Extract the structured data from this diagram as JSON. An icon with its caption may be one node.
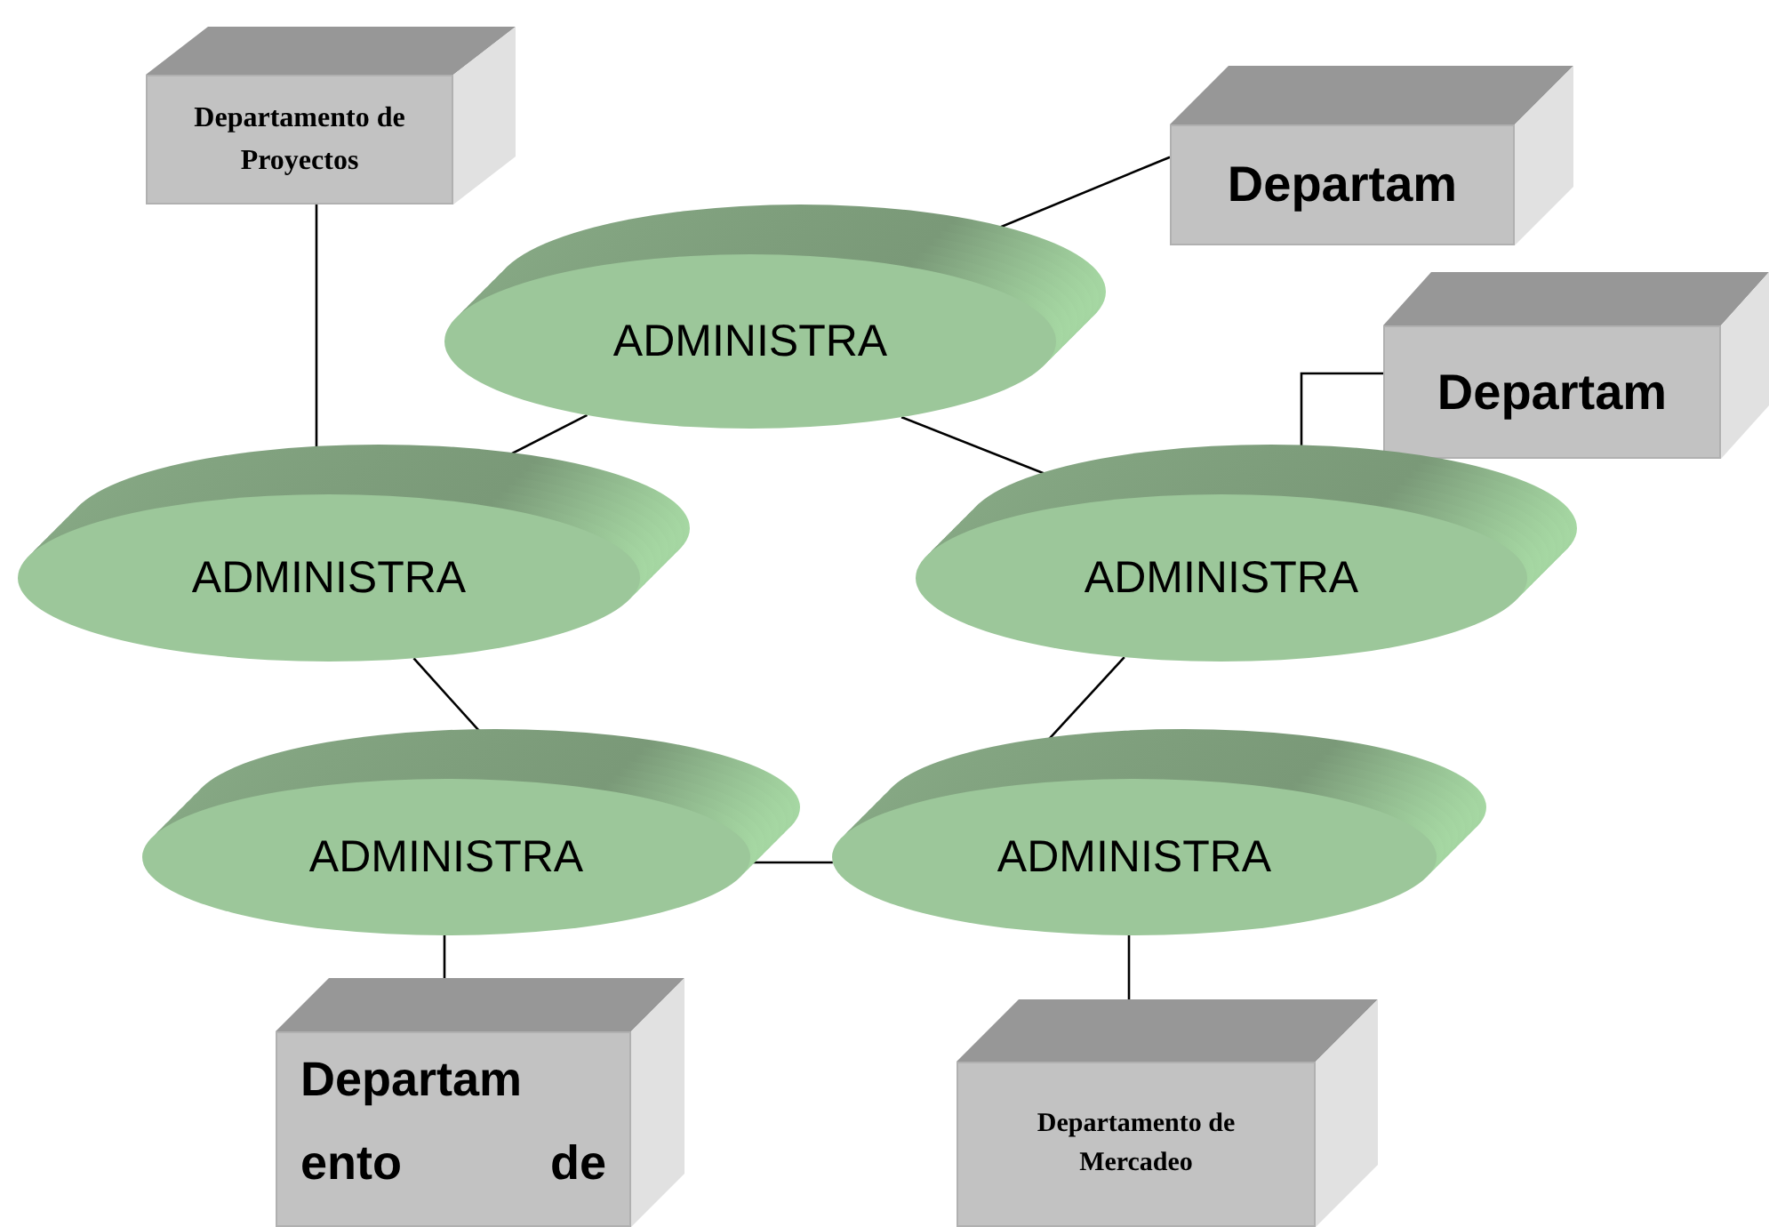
{
  "diagram": {
    "nodes": [
      {
        "text": [
          "Departamento de Proyectos"
        ]
      },
      {
        "text": [
          "Departam"
        ]
      },
      {
        "text": [
          "ADMINISTRA"
        ]
      },
      {
        "text": [
          "Departam"
        ]
      },
      {
        "text": [
          "ADMINISTRA"
        ]
      },
      {
        "text": [
          "ADMINISTRA"
        ]
      },
      {
        "text": [
          "ADMINISTRA"
        ]
      },
      {
        "text": [
          "ADMINISTRA"
        ]
      },
      {
        "text": [
          "Departam ento de"
        ]
      },
      {
        "text": [
          "Departamento de Mercadeo"
        ]
      }
    ],
    "edges": [
      {
        "from": 0,
        "to": 4,
        "arrow": "none"
      },
      {
        "from": 1,
        "to": 2,
        "arrow": "none"
      },
      {
        "from": 2,
        "to": 4,
        "arrow": "none"
      },
      {
        "from": 2,
        "to": 5,
        "arrow": "none"
      },
      {
        "from": 3,
        "to": 5,
        "arrow": "none"
      },
      {
        "from": 4,
        "to": 6,
        "arrow": "none"
      },
      {
        "from": 5,
        "to": 7,
        "arrow": "none"
      },
      {
        "from": 6,
        "to": 7,
        "arrow": "none"
      },
      {
        "from": 6,
        "to": 8,
        "arrow": "none"
      },
      {
        "from": 7,
        "to": 9,
        "arrow": "none"
      }
    ]
  }
}
